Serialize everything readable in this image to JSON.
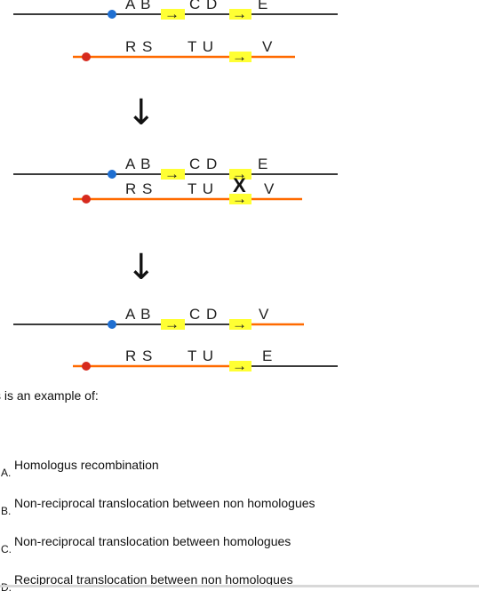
{
  "diagram": {
    "arrow_glyph": "→",
    "down_arrow_glyph": "↓",
    "colors": {
      "black_chromosome": "#3a3a3a",
      "orange_chromosome": "#ff6a00",
      "blue_centromere": "#1f6fd1",
      "red_centromere": "#d62a1e",
      "marker_box": "#ffff33"
    },
    "panel1": {
      "top_genes": [
        "A B",
        "C D",
        "E"
      ],
      "bottom_genes": [
        "R S",
        "T U",
        "V"
      ]
    },
    "panel2": {
      "top_genes": [
        "A B",
        "C D",
        "E"
      ],
      "bottom_genes": [
        "R S",
        "T U",
        "V"
      ],
      "crossover_mark": "X"
    },
    "panel3": {
      "top_genes": [
        "A B",
        "C D",
        "V"
      ],
      "bottom_genes": [
        "R S",
        "T U",
        "E"
      ]
    }
  },
  "question": {
    "text": "s is an example of:"
  },
  "options": [
    {
      "letter": "A.",
      "text": "Homologus recombination"
    },
    {
      "letter": "B.",
      "text": "Non-reciprocal translocation between non homologues"
    },
    {
      "letter": "C.",
      "text": "Non-reciprocal translocation between homologues"
    },
    {
      "letter": "D.",
      "text": "Reciprocal translocation between non homologues"
    }
  ]
}
